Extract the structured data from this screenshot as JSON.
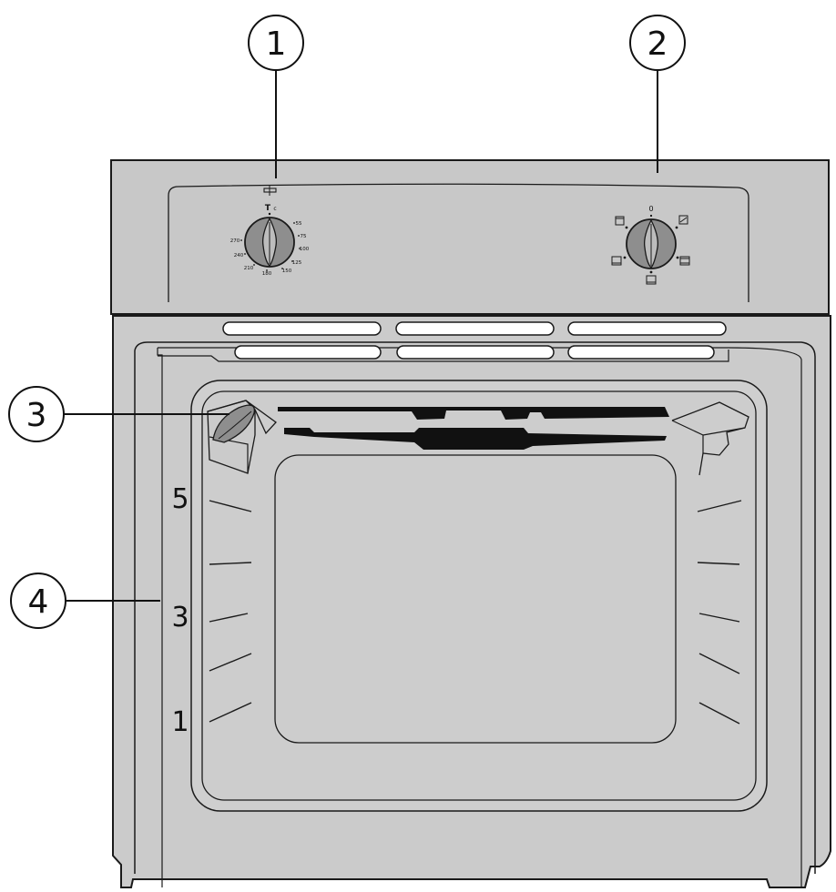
{
  "callouts": {
    "c1": "1",
    "c2": "2",
    "c3": "3",
    "c4": "4"
  },
  "shelf_levels": {
    "top": "5",
    "middle": "3",
    "bottom": "1"
  },
  "temperature_dial": {
    "top_label": "T",
    "degree_mark": "c",
    "scale": [
      "55",
      "75",
      "100",
      "125",
      "150",
      "180",
      "210",
      "240",
      "270"
    ]
  },
  "function_dial": {
    "off_label": "0"
  },
  "colors": {
    "panel": "#c8c8c8",
    "body": "#cbcbcb",
    "knob": "#8e8e8e",
    "glass": "#cdcdcd",
    "outline": "#1a1a1a"
  }
}
